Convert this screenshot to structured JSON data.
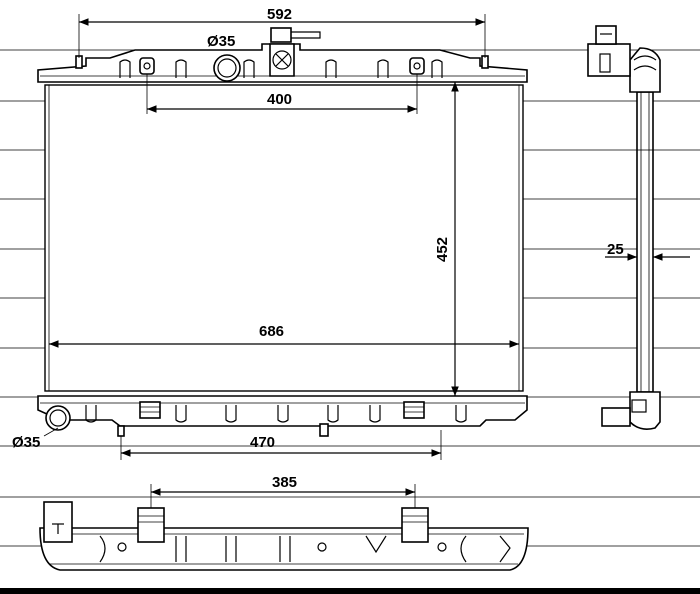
{
  "dimensions": {
    "top_width": "592",
    "top_port_diameter": "Ø35",
    "bracket_spacing": "400",
    "core_height": "452",
    "core_width": "686",
    "side_depth": "25",
    "bottom_port_diameter": "Ø35",
    "bottom_spacing": "470",
    "bracket_spacing_bottom_view": "385"
  }
}
